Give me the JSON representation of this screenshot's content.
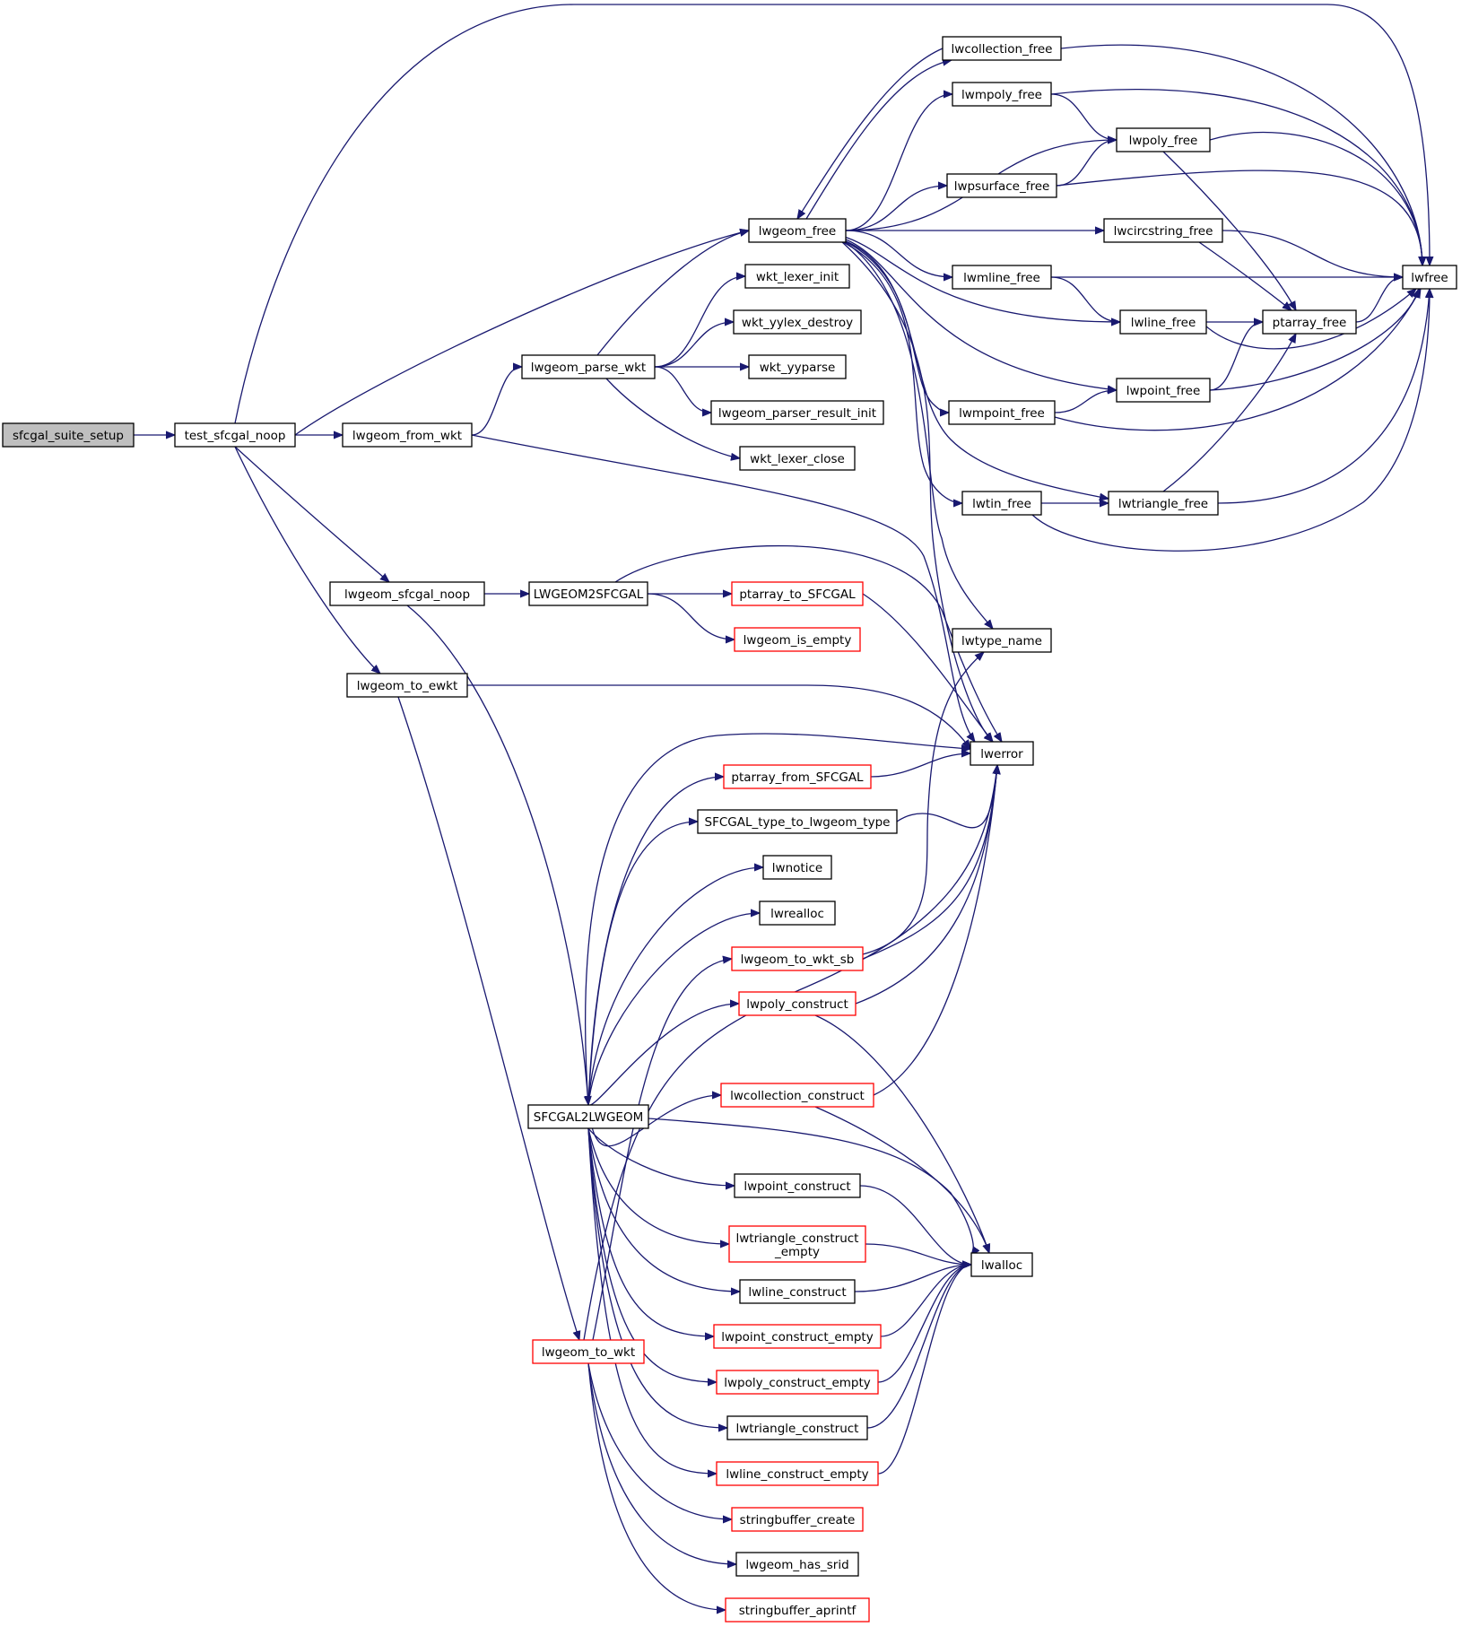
{
  "colors": {
    "edge": "#191970",
    "node_border_normal": "#000000",
    "node_border_truncated": "#ff0000",
    "root_fill": "#bfbfbf",
    "node_fill": "#ffffff"
  },
  "nodes": [
    {
      "id": "sfcgal_suite_setup",
      "label": "sfcgal_suite_setup",
      "style": "root"
    },
    {
      "id": "test_sfcgal_noop",
      "label": "test_sfcgal_noop",
      "style": "normal"
    },
    {
      "id": "lwfree",
      "label": "lwfree",
      "style": "normal"
    },
    {
      "id": "lwgeom_free",
      "label": "lwgeom_free",
      "style": "normal"
    },
    {
      "id": "lwgeom_from_wkt",
      "label": "lwgeom_from_wkt",
      "style": "normal"
    },
    {
      "id": "lwgeom_sfcgal_noop",
      "label": "lwgeom_sfcgal_noop",
      "style": "normal"
    },
    {
      "id": "lwgeom_to_ewkt",
      "label": "lwgeom_to_ewkt",
      "style": "normal"
    },
    {
      "id": "lwcollection_free",
      "label": "lwcollection_free",
      "style": "normal"
    },
    {
      "id": "lwmpoly_free",
      "label": "lwmpoly_free",
      "style": "normal"
    },
    {
      "id": "lwpoly_free",
      "label": "lwpoly_free",
      "style": "normal"
    },
    {
      "id": "lwpsurface_free",
      "label": "lwpsurface_free",
      "style": "normal"
    },
    {
      "id": "lwcircstring_free",
      "label": "lwcircstring_free",
      "style": "normal"
    },
    {
      "id": "lwmline_free",
      "label": "lwmline_free",
      "style": "normal"
    },
    {
      "id": "lwline_free",
      "label": "lwline_free",
      "style": "normal"
    },
    {
      "id": "ptarray_free",
      "label": "ptarray_free",
      "style": "normal"
    },
    {
      "id": "lwpoint_free",
      "label": "lwpoint_free",
      "style": "normal"
    },
    {
      "id": "lwmpoint_free",
      "label": "lwmpoint_free",
      "style": "normal"
    },
    {
      "id": "lwtin_free",
      "label": "lwtin_free",
      "style": "normal"
    },
    {
      "id": "lwtriangle_free",
      "label": "lwtriangle_free",
      "style": "normal"
    },
    {
      "id": "lwtype_name",
      "label": "lwtype_name",
      "style": "normal"
    },
    {
      "id": "lwerror",
      "label": "lwerror",
      "style": "normal"
    },
    {
      "id": "lwgeom_parse_wkt",
      "label": "lwgeom_parse_wkt",
      "style": "normal"
    },
    {
      "id": "wkt_lexer_init",
      "label": "wkt_lexer_init",
      "style": "normal"
    },
    {
      "id": "wkt_yylex_destroy",
      "label": "wkt_yylex_destroy",
      "style": "normal"
    },
    {
      "id": "wkt_yyparse",
      "label": "wkt_yyparse",
      "style": "normal"
    },
    {
      "id": "lwgeom_parser_result_init",
      "label": "lwgeom_parser_result_init",
      "style": "normal"
    },
    {
      "id": "wkt_lexer_close",
      "label": "wkt_lexer_close",
      "style": "normal"
    },
    {
      "id": "LWGEOM2SFCGAL",
      "label": "LWGEOM2SFCGAL",
      "style": "normal"
    },
    {
      "id": "ptarray_to_SFCGAL",
      "label": "ptarray_to_SFCGAL",
      "style": "truncated"
    },
    {
      "id": "lwgeom_is_empty",
      "label": "lwgeom_is_empty",
      "style": "truncated"
    },
    {
      "id": "SFCGAL2LWGEOM",
      "label": "SFCGAL2LWGEOM",
      "style": "normal"
    },
    {
      "id": "ptarray_from_SFCGAL",
      "label": "ptarray_from_SFCGAL",
      "style": "truncated"
    },
    {
      "id": "SFCGAL_type_to_lwgeom_type",
      "label": "SFCGAL_type_to_lwgeom_type",
      "style": "normal"
    },
    {
      "id": "lwnotice",
      "label": "lwnotice",
      "style": "normal"
    },
    {
      "id": "lwrealloc",
      "label": "lwrealloc",
      "style": "normal"
    },
    {
      "id": "lwgeom_to_wkt_sb",
      "label": "lwgeom_to_wkt_sb",
      "style": "truncated"
    },
    {
      "id": "lwpoly_construct",
      "label": "lwpoly_construct",
      "style": "truncated"
    },
    {
      "id": "lwcollection_construct",
      "label": "lwcollection_construct",
      "style": "truncated"
    },
    {
      "id": "lwpoint_construct",
      "label": "lwpoint_construct",
      "style": "normal"
    },
    {
      "id": "lwtriangle_construct_empty",
      "label": "lwtriangle_construct",
      "label2": "_empty",
      "style": "truncated"
    },
    {
      "id": "lwline_construct",
      "label": "lwline_construct",
      "style": "normal"
    },
    {
      "id": "lwpoint_construct_empty",
      "label": "lwpoint_construct_empty",
      "style": "truncated"
    },
    {
      "id": "lwpoly_construct_empty",
      "label": "lwpoly_construct_empty",
      "style": "truncated"
    },
    {
      "id": "lwtriangle_construct",
      "label": "lwtriangle_construct",
      "style": "normal"
    },
    {
      "id": "lwline_construct_empty",
      "label": "lwline_construct_empty",
      "style": "truncated"
    },
    {
      "id": "lwalloc",
      "label": "lwalloc",
      "style": "normal"
    },
    {
      "id": "lwgeom_to_wkt",
      "label": "lwgeom_to_wkt",
      "style": "truncated"
    },
    {
      "id": "stringbuffer_create",
      "label": "stringbuffer_create",
      "style": "truncated"
    },
    {
      "id": "lwgeom_has_srid",
      "label": "lwgeom_has_srid",
      "style": "normal"
    },
    {
      "id": "stringbuffer_aprintf",
      "label": "stringbuffer_aprintf",
      "style": "truncated"
    }
  ],
  "edges": [
    [
      "sfcgal_suite_setup",
      "test_sfcgal_noop"
    ],
    [
      "test_sfcgal_noop",
      "lwfree"
    ],
    [
      "test_sfcgal_noop",
      "lwgeom_free"
    ],
    [
      "test_sfcgal_noop",
      "lwgeom_from_wkt"
    ],
    [
      "test_sfcgal_noop",
      "lwgeom_sfcgal_noop"
    ],
    [
      "test_sfcgal_noop",
      "lwgeom_to_ewkt"
    ],
    [
      "lwgeom_free",
      "lwcollection_free"
    ],
    [
      "lwgeom_free",
      "lwmpoly_free"
    ],
    [
      "lwgeom_free",
      "lwpoly_free"
    ],
    [
      "lwgeom_free",
      "lwpsurface_free"
    ],
    [
      "lwgeom_free",
      "lwcircstring_free"
    ],
    [
      "lwgeom_free",
      "lwmline_free"
    ],
    [
      "lwgeom_free",
      "lwline_free"
    ],
    [
      "lwgeom_free",
      "lwpoint_free"
    ],
    [
      "lwgeom_free",
      "lwmpoint_free"
    ],
    [
      "lwgeom_free",
      "lwtin_free"
    ],
    [
      "lwgeom_free",
      "lwtriangle_free"
    ],
    [
      "lwgeom_free",
      "lwtype_name"
    ],
    [
      "lwgeom_free",
      "lwerror"
    ],
    [
      "lwcollection_free",
      "lwgeom_free"
    ],
    [
      "lwcollection_free",
      "lwfree"
    ],
    [
      "lwmpoly_free",
      "lwpoly_free"
    ],
    [
      "lwmpoly_free",
      "lwfree"
    ],
    [
      "lwpoly_free",
      "ptarray_free"
    ],
    [
      "lwpoly_free",
      "lwfree"
    ],
    [
      "lwpsurface_free",
      "lwpoly_free"
    ],
    [
      "lwpsurface_free",
      "lwfree"
    ],
    [
      "lwcircstring_free",
      "ptarray_free"
    ],
    [
      "lwcircstring_free",
      "lwfree"
    ],
    [
      "lwmline_free",
      "lwline_free"
    ],
    [
      "lwmline_free",
      "lwfree"
    ],
    [
      "lwline_free",
      "ptarray_free"
    ],
    [
      "lwline_free",
      "lwfree"
    ],
    [
      "ptarray_free",
      "lwfree"
    ],
    [
      "lwpoint_free",
      "ptarray_free"
    ],
    [
      "lwpoint_free",
      "lwfree"
    ],
    [
      "lwmpoint_free",
      "lwpoint_free"
    ],
    [
      "lwmpoint_free",
      "lwfree"
    ],
    [
      "lwtin_free",
      "lwtriangle_free"
    ],
    [
      "lwtin_free",
      "lwfree"
    ],
    [
      "lwtriangle_free",
      "ptarray_free"
    ],
    [
      "lwtriangle_free",
      "lwfree"
    ],
    [
      "lwgeom_from_wkt",
      "lwgeom_parse_wkt"
    ],
    [
      "lwgeom_from_wkt",
      "lwerror"
    ],
    [
      "lwgeom_parse_wkt",
      "lwgeom_free"
    ],
    [
      "lwgeom_parse_wkt",
      "wkt_lexer_init"
    ],
    [
      "lwgeom_parse_wkt",
      "wkt_yylex_destroy"
    ],
    [
      "lwgeom_parse_wkt",
      "wkt_yyparse"
    ],
    [
      "lwgeom_parse_wkt",
      "lwgeom_parser_result_init"
    ],
    [
      "lwgeom_parse_wkt",
      "wkt_lexer_close"
    ],
    [
      "lwgeom_sfcgal_noop",
      "LWGEOM2SFCGAL"
    ],
    [
      "lwgeom_sfcgal_noop",
      "SFCGAL2LWGEOM"
    ],
    [
      "LWGEOM2SFCGAL",
      "ptarray_to_SFCGAL"
    ],
    [
      "LWGEOM2SFCGAL",
      "lwgeom_is_empty"
    ],
    [
      "LWGEOM2SFCGAL",
      "lwerror"
    ],
    [
      "ptarray_to_SFCGAL",
      "lwerror"
    ],
    [
      "lwgeom_to_ewkt",
      "lwerror"
    ],
    [
      "lwgeom_to_ewkt",
      "lwgeom_to_wkt"
    ],
    [
      "SFCGAL2LWGEOM",
      "lwerror"
    ],
    [
      "SFCGAL2LWGEOM",
      "ptarray_from_SFCGAL"
    ],
    [
      "SFCGAL2LWGEOM",
      "SFCGAL_type_to_lwgeom_type"
    ],
    [
      "SFCGAL2LWGEOM",
      "lwnotice"
    ],
    [
      "SFCGAL2LWGEOM",
      "lwrealloc"
    ],
    [
      "SFCGAL2LWGEOM",
      "lwpoly_construct"
    ],
    [
      "SFCGAL2LWGEOM",
      "lwcollection_construct"
    ],
    [
      "SFCGAL2LWGEOM",
      "lwalloc"
    ],
    [
      "SFCGAL2LWGEOM",
      "lwpoint_construct"
    ],
    [
      "SFCGAL2LWGEOM",
      "lwtriangle_construct_empty"
    ],
    [
      "SFCGAL2LWGEOM",
      "lwline_construct"
    ],
    [
      "SFCGAL2LWGEOM",
      "lwpoint_construct_empty"
    ],
    [
      "SFCGAL2LWGEOM",
      "lwpoly_construct_empty"
    ],
    [
      "SFCGAL2LWGEOM",
      "lwtriangle_construct"
    ],
    [
      "SFCGAL2LWGEOM",
      "lwline_construct_empty"
    ],
    [
      "ptarray_from_SFCGAL",
      "lwerror"
    ],
    [
      "SFCGAL_type_to_lwgeom_type",
      "lwerror"
    ],
    [
      "lwgeom_to_wkt_sb",
      "lwtype_name"
    ],
    [
      "lwgeom_to_wkt_sb",
      "lwerror"
    ],
    [
      "lwpoly_construct",
      "lwerror"
    ],
    [
      "lwpoly_construct",
      "lwalloc"
    ],
    [
      "lwcollection_construct",
      "lwerror"
    ],
    [
      "lwcollection_construct",
      "lwalloc"
    ],
    [
      "lwpoint_construct",
      "lwalloc"
    ],
    [
      "lwtriangle_construct_empty",
      "lwalloc"
    ],
    [
      "lwline_construct",
      "lwalloc"
    ],
    [
      "lwpoint_construct_empty",
      "lwalloc"
    ],
    [
      "lwpoly_construct_empty",
      "lwalloc"
    ],
    [
      "lwtriangle_construct",
      "lwalloc"
    ],
    [
      "lwline_construct_empty",
      "lwalloc"
    ],
    [
      "lwgeom_to_wkt",
      "lwgeom_to_wkt_sb"
    ],
    [
      "lwgeom_to_wkt",
      "lwerror"
    ],
    [
      "lwgeom_to_wkt",
      "stringbuffer_create"
    ],
    [
      "lwgeom_to_wkt",
      "lwgeom_has_srid"
    ],
    [
      "lwgeom_to_wkt",
      "stringbuffer_aprintf"
    ]
  ]
}
